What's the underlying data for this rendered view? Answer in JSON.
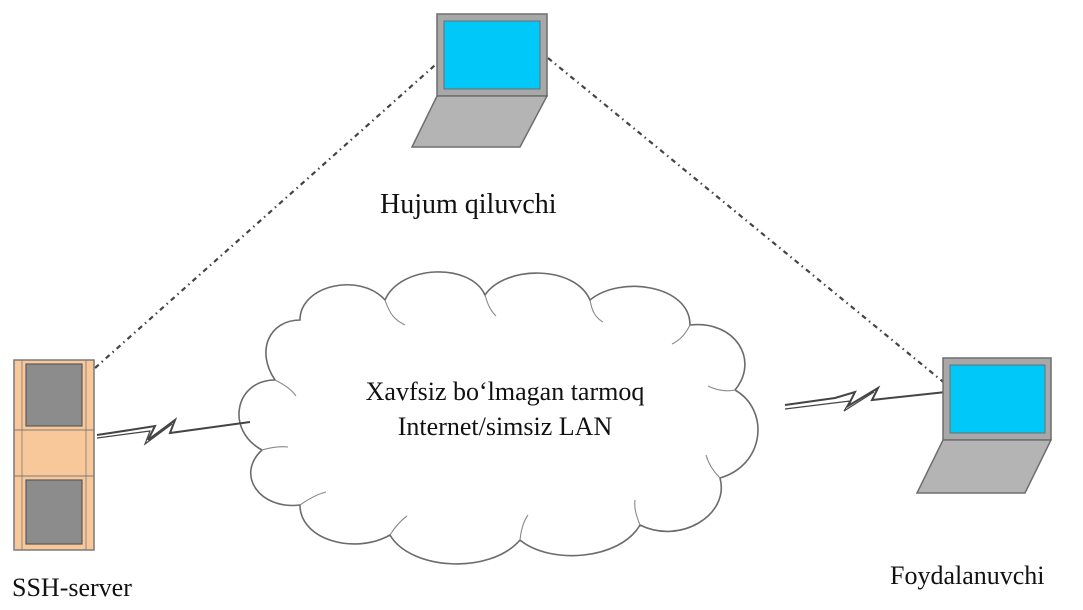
{
  "nodes": {
    "attacker": {
      "label": "Hujum qiluvchi",
      "icon": "laptop-icon"
    },
    "server": {
      "label": "SSH-server",
      "icon": "server-rack-icon"
    },
    "user": {
      "label": "Foydalanuvchi",
      "icon": "laptop-icon"
    }
  },
  "network": {
    "line1": "Xavfsiz bo‘lmagan tarmoq",
    "line2": "Internet/simsiz LAN",
    "icon": "cloud-icon"
  },
  "colors": {
    "screen": "#00c8f8",
    "laptop_frame": "#8a8a8a",
    "laptop_base": "#b4b4b4",
    "server_body": "#f8c89a",
    "server_panel": "#8c8c8c",
    "line": "#444444",
    "text": "#111111"
  }
}
